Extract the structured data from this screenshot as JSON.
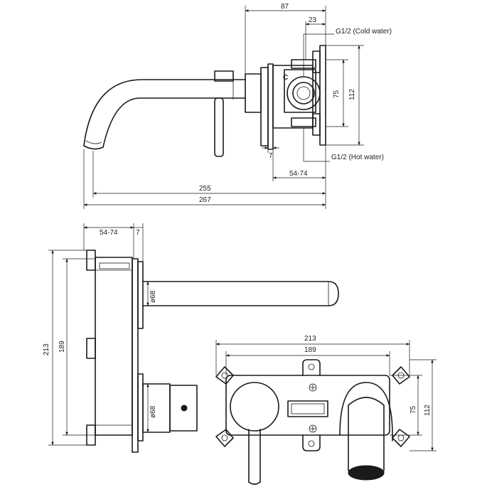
{
  "side_view": {
    "dim_87": "87",
    "dim_23": "23",
    "dim_75": "75",
    "dim_112": "112",
    "dim_7": "7",
    "dim_54_74": "54-74",
    "dim_255": "255",
    "dim_267": "267",
    "label_cold": "G1/2 (Cold water)",
    "label_hot": "G1/2 (Hot water)",
    "mark_c": "C"
  },
  "top_view": {
    "dim_54_74": "54-74",
    "dim_7": "7",
    "dim_213": "213",
    "dim_189": "189",
    "dia_upper": "ø68",
    "dia_lower": "ø68"
  },
  "front_view": {
    "dim_213": "213",
    "dim_189": "189",
    "dim_75": "75",
    "dim_112": "112"
  }
}
